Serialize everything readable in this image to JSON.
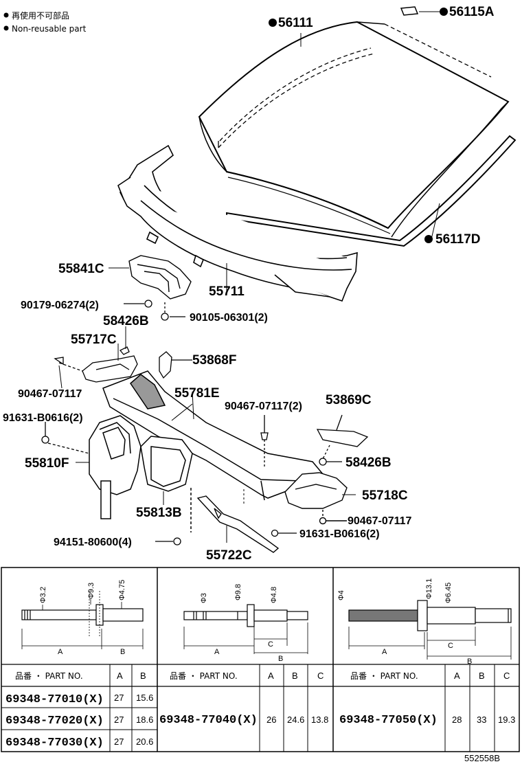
{
  "legend": {
    "jp": "再使用不可部品",
    "en": "Non-reusable part"
  },
  "parts": {
    "windshield": "56111",
    "sticker": "56115A",
    "molding": "56117D",
    "cowl_top_panel": "55711",
    "bracket_left": "55841C",
    "clip_upper": "90179-06274(2)",
    "bolt_upper": "90105-06301(2)",
    "nut_58426b_left": "58426B",
    "bracket_55717c": "55717C",
    "seal_53868f": "53868F",
    "clip_90467_left": "90467-07117",
    "cowl_louver": "55781E",
    "clip_90467_two": "90467-07117(2)",
    "bracket_53869c": "53869C",
    "rivet_91631_left": "91631-B0616(2)",
    "nut_58426b_right": "58426B",
    "air_duct": "55810F",
    "cover_55718c": "55718C",
    "clip_90467_right": "90467-07117",
    "cover_55813b": "55813B",
    "screw_94151": "94151-80600(4)",
    "rivet_91631_right": "91631-B0616(2)",
    "brace_55722c": "55722C"
  },
  "rivets": [
    {
      "dims": {
        "d1": "Φ3.2",
        "d2": "Φ9.3",
        "d3": "Φ4.75",
        "a": "A",
        "b": "B"
      }
    },
    {
      "dims": {
        "d1": "Φ3",
        "d2": "Φ9.8",
        "d3": "Φ4.8",
        "a": "A",
        "b": "B",
        "c": "C"
      }
    },
    {
      "dims": {
        "d1": "Φ4",
        "d2": "Φ13.1",
        "d3": "Φ6.45",
        "a": "A",
        "b": "B",
        "c": "C"
      }
    }
  ],
  "table": {
    "header_part": "品番 ・ PART NO.",
    "col_a": "A",
    "col_b": "B",
    "col_c": "C",
    "group1": [
      {
        "part": "69348-77010(X)",
        "a": "27",
        "b": "15.6"
      },
      {
        "part": "69348-77020(X)",
        "a": "27",
        "b": "18.6"
      },
      {
        "part": "69348-77030(X)",
        "a": "27",
        "b": "20.6"
      }
    ],
    "group2": {
      "part": "69348-77040(X)",
      "a": "26",
      "b": "24.6",
      "c": "13.8"
    },
    "group3": {
      "part": "69348-77050(X)",
      "a": "28",
      "b": "33",
      "c": "19.3"
    }
  },
  "diagram_code": "552558B"
}
